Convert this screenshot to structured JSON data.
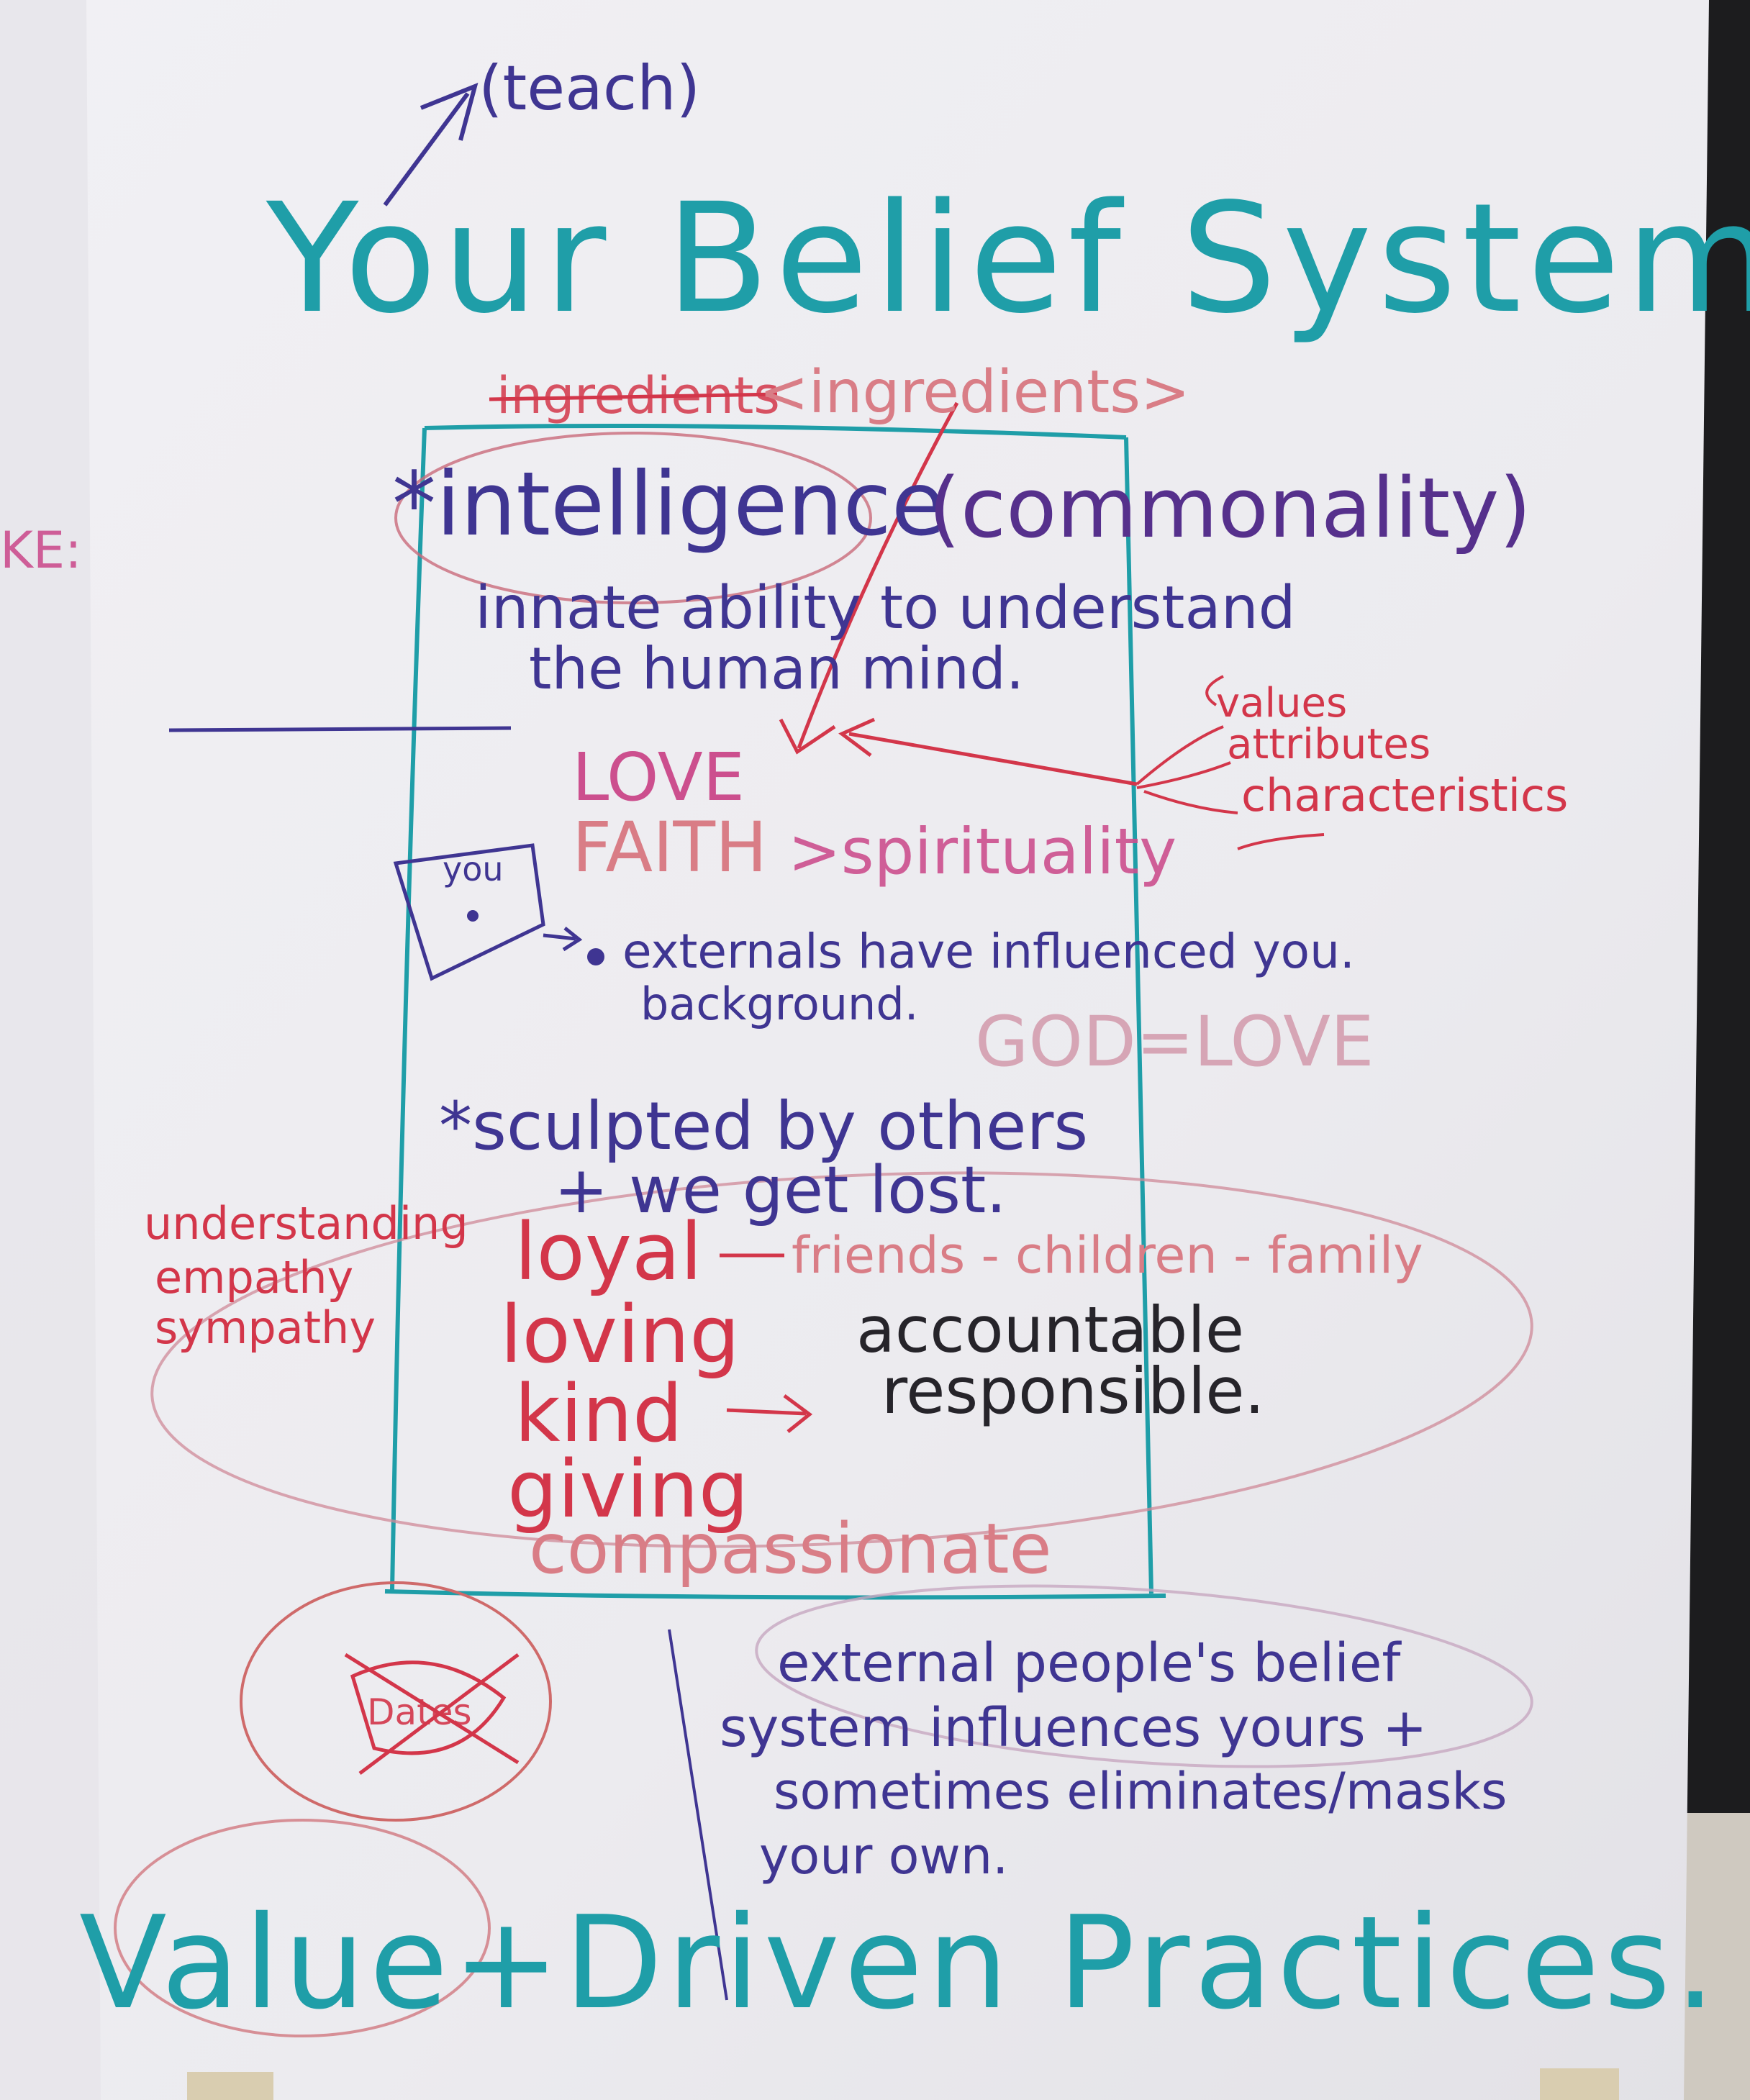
{
  "title": "Your Belief System",
  "teach": "(teach)",
  "ingredients_struck": "ingredients",
  "ingredients": "<ingredients>",
  "intelligence": "*intelligence",
  "commonality": "(commonality)",
  "intelligence_def_line1": "innate ability to understand",
  "intelligence_def_line2": "the human mind.",
  "left_margin": "KE:",
  "love": "LOVE",
  "faith": "FAITH",
  "spirituality": ">spirituality",
  "right_notes": [
    "values",
    "attributes",
    "characteristics"
  ],
  "you_box": "you",
  "externals_line1": "externals have influenced you.",
  "externals_line2": "background.",
  "god_love": "GOD=LOVE",
  "sculpted_line1": "*sculpted by others",
  "sculpted_line2": "+ we get lost.",
  "left_traits": [
    "understanding",
    "empathy",
    "sympathy"
  ],
  "traits": [
    "loyal",
    "loving",
    "kind",
    "giving",
    "compassionate"
  ],
  "loyal_note": "friends - children - family",
  "kind_note_line1": "accountable",
  "kind_note_line2": "responsible.",
  "crossed_word": "Dates",
  "bottom_note_line1": "external people's belief",
  "bottom_note_line2": "system influences yours +",
  "bottom_note_line3": "sometimes eliminates/masks",
  "bottom_note_line4": "your own.",
  "footer": "Value+Driven Practices.",
  "colors": {
    "teal": "#1f9ea8",
    "red": "#d3364a",
    "pink": "#cc4f8e",
    "purple": "#3f3592",
    "black": "#26242a",
    "paper": "#eeedf1"
  }
}
